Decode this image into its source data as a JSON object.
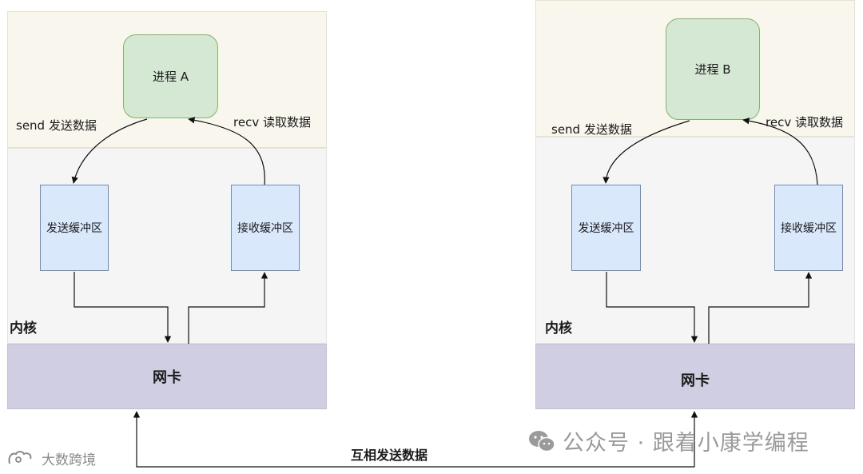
{
  "left": {
    "process": "进程 A",
    "send_label": "send 发送数据",
    "recv_label": "recv 读取数据",
    "send_buffer": "发送缓冲区",
    "recv_buffer": "接收缓冲区",
    "kernel_label": "内核",
    "nic_label": "网卡"
  },
  "right": {
    "process": "进程 B",
    "send_label": "send 发送数据",
    "recv_label": "recv 读取数据",
    "send_buffer": "发送缓冲区",
    "recv_buffer": "接收缓冲区",
    "kernel_label": "内核",
    "nic_label": "网卡"
  },
  "exchange_label": "互相发送数据",
  "watermark": {
    "wechat_text": "公众号 · 跟着小康学编程",
    "logo_text": "大数跨境",
    "wechat_icon": "wechat-icon"
  }
}
